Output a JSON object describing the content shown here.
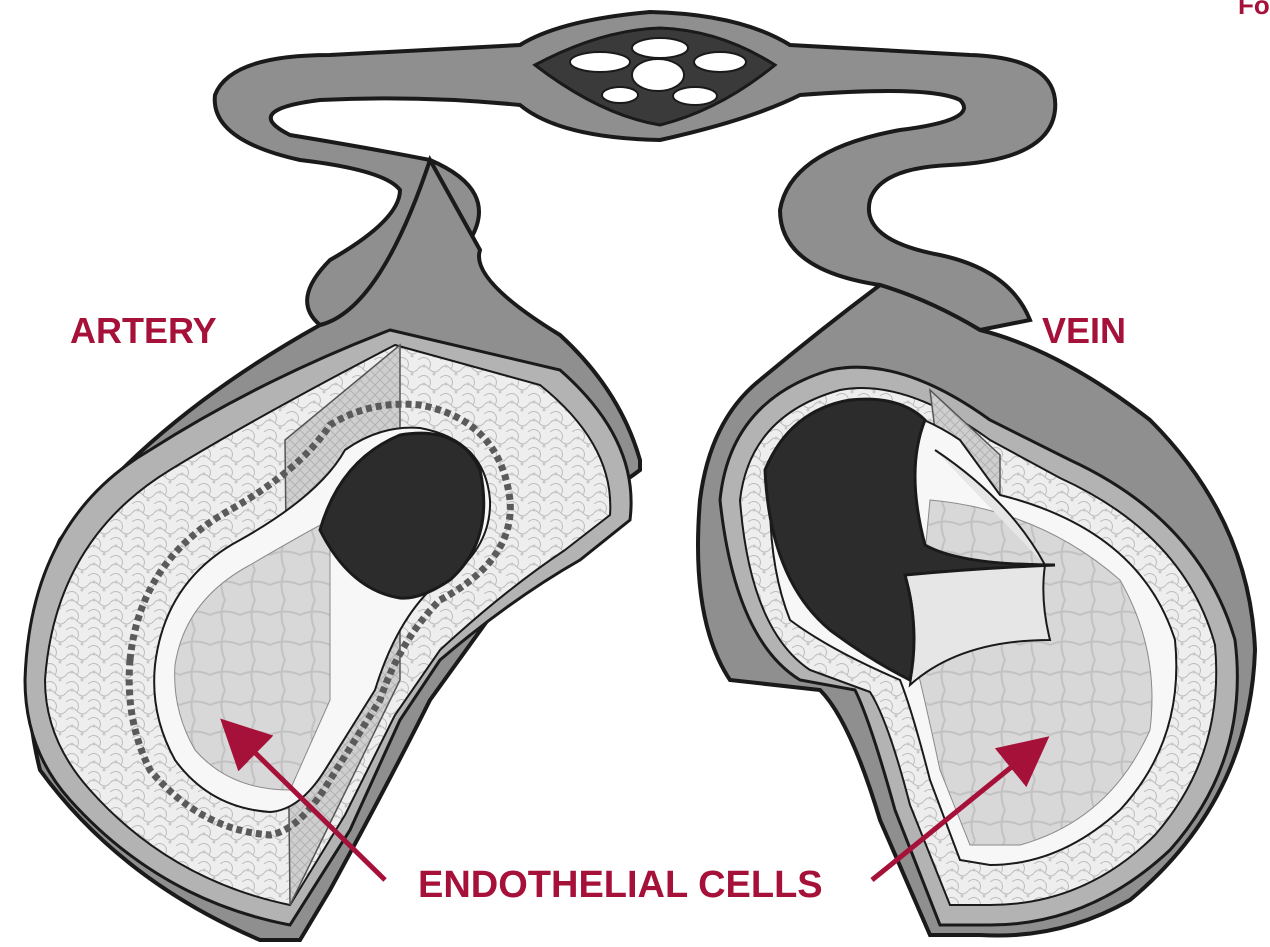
{
  "labels": {
    "artery": "ARTERY",
    "vein": "VEIN",
    "endothelial": "ENDOTHELIAL CELLS",
    "corner": "Fo"
  },
  "colors": {
    "label": "#a6113a",
    "outline": "#1a1a1a",
    "outer_wall": "#8a8a8a",
    "wall_light": "#b5b5b5",
    "tissue": "#ececec",
    "inner": "#d9d9d9",
    "lumen": "#2c2c2c"
  }
}
